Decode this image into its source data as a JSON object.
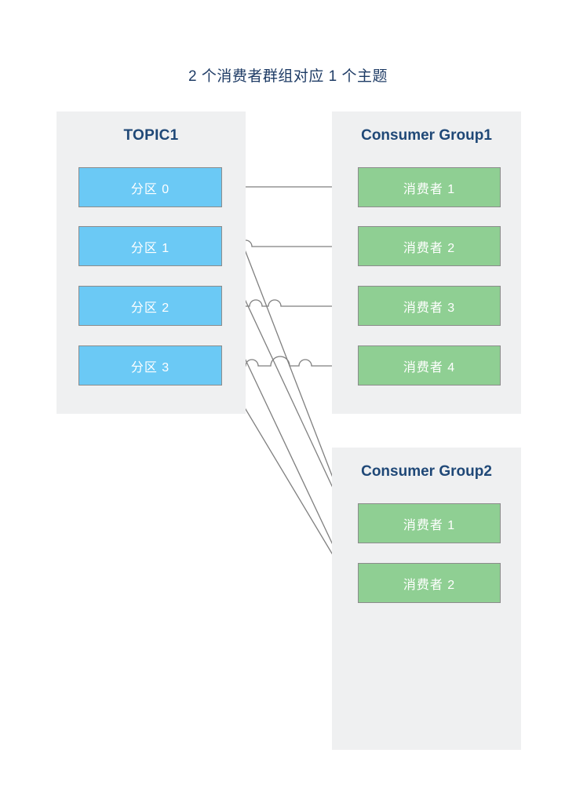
{
  "title": "2 个消费者群组对应 1 个主题",
  "colors": {
    "panel_bg": "#eff0f1",
    "partition_fill": "#6bc9f5",
    "consumer_fill": "#8fcf93",
    "node_border": "#8c8c8c",
    "heading_text": "#1f4877",
    "title_text": "#1f3c66",
    "wire": "#7f7f7f",
    "page_bg": "#ffffff"
  },
  "topic": {
    "heading": "TOPIC1",
    "partitions": [
      {
        "label": "分区 0"
      },
      {
        "label": "分区 1"
      },
      {
        "label": "分区 2"
      },
      {
        "label": "分区 3"
      }
    ]
  },
  "groups": [
    {
      "heading": "Consumer Group1",
      "consumers": [
        {
          "label": "消费者 1"
        },
        {
          "label": "消费者 2"
        },
        {
          "label": "消费者 3"
        },
        {
          "label": "消费者 4"
        }
      ]
    },
    {
      "heading": "Consumer Group2",
      "consumers": [
        {
          "label": "消费者 1"
        },
        {
          "label": "消费者 2"
        }
      ]
    }
  ],
  "connections": [
    {
      "from": "分区 0",
      "to_group": "Consumer Group1",
      "to": "消费者 1"
    },
    {
      "from": "分区 1",
      "to_group": "Consumer Group1",
      "to": "消费者 2"
    },
    {
      "from": "分区 2",
      "to_group": "Consumer Group1",
      "to": "消费者 3"
    },
    {
      "from": "分区 3",
      "to_group": "Consumer Group1",
      "to": "消费者 4"
    },
    {
      "from": "分区 0",
      "to_group": "Consumer Group2",
      "to": "消费者 1"
    },
    {
      "from": "分区 1",
      "to_group": "Consumer Group2",
      "to": "消费者 1"
    },
    {
      "from": "分区 2",
      "to_group": "Consumer Group2",
      "to": "消费者 2"
    },
    {
      "from": "分区 3",
      "to_group": "Consumer Group2",
      "to": "消费者 2"
    }
  ]
}
